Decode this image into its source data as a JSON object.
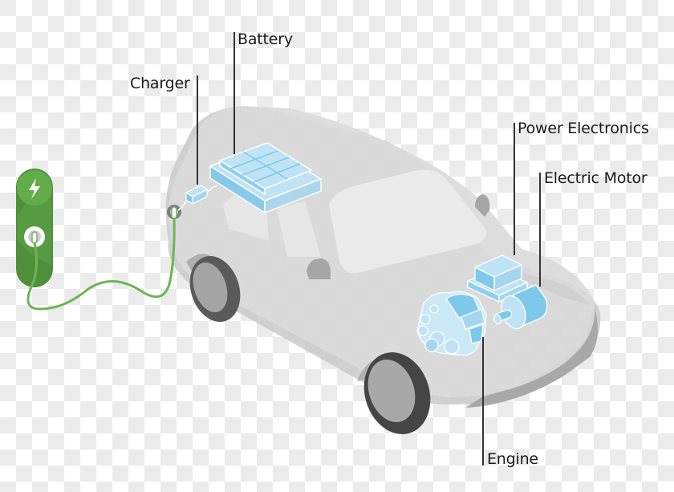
{
  "diagram": {
    "subject": "Plug-in hybrid electric vehicle components",
    "labels": {
      "battery": "Battery",
      "charger": "Charger",
      "power_electronics": "Power Electronics",
      "electric_motor": "Electric Motor",
      "engine": "Engine"
    },
    "icons": {
      "charging_station": "lightning-bolt-icon",
      "plug": "plug-icon"
    },
    "colors": {
      "component_blue": "#7ec8ea",
      "component_blue_light": "#bfe3f5",
      "car_body": "#d4d4d4",
      "car_shadow": "#a8a8a8",
      "tire": "#555555",
      "charger_green": "#4f9a3c",
      "cable_green": "#6cb552",
      "background_check": "#ebebeb",
      "label_text": "#1a1a1a"
    }
  }
}
